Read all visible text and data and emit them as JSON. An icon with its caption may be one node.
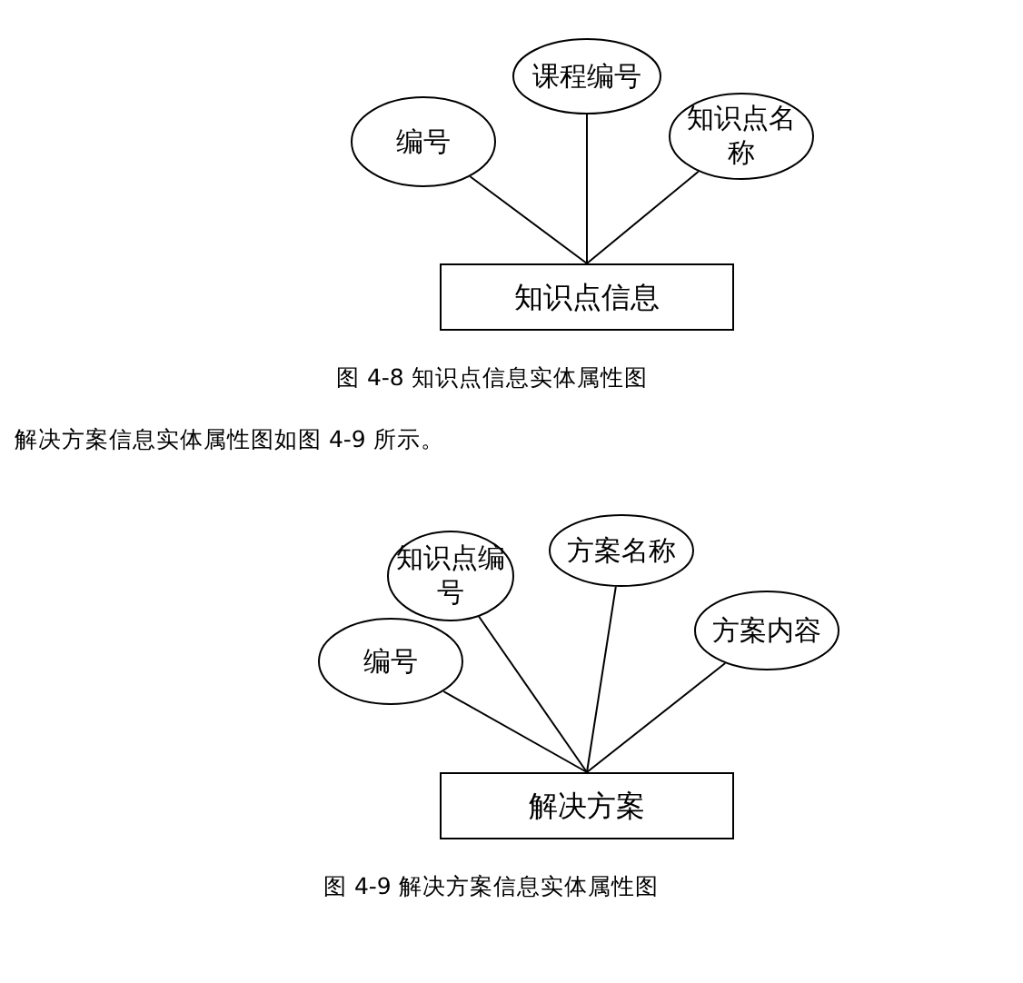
{
  "diagram": {
    "nodes": [
      {
        "text": [
          "编号"
        ]
      },
      {
        "text": [
          "课程编号"
        ]
      },
      {
        "text": [
          "知识点名称"
        ]
      },
      {
        "text": [
          "知识点信息"
        ]
      },
      {
        "text": [
          "编号"
        ]
      },
      {
        "text": [
          "知识点编号"
        ]
      },
      {
        "text": [
          "方案名称"
        ]
      },
      {
        "text": [
          "方案内容"
        ]
      },
      {
        "text": [
          "解决方案"
        ]
      }
    ],
    "edges": [
      {
        "from": 0,
        "to": 3,
        "arrow": "none"
      },
      {
        "from": 1,
        "to": 3,
        "arrow": "none"
      },
      {
        "from": 2,
        "to": 3,
        "arrow": "none"
      },
      {
        "from": 4,
        "to": 8,
        "arrow": "none"
      },
      {
        "from": 5,
        "to": 8,
        "arrow": "none"
      },
      {
        "from": 6,
        "to": 8,
        "arrow": "none"
      },
      {
        "from": 7,
        "to": 8,
        "arrow": "none"
      }
    ],
    "labels": [
      "图 4-8 知识点信息实体属性图",
      "解决方案信息实体属性图如图 4-9 所示。",
      "图 4-9 解决方案信息实体属性图"
    ]
  }
}
